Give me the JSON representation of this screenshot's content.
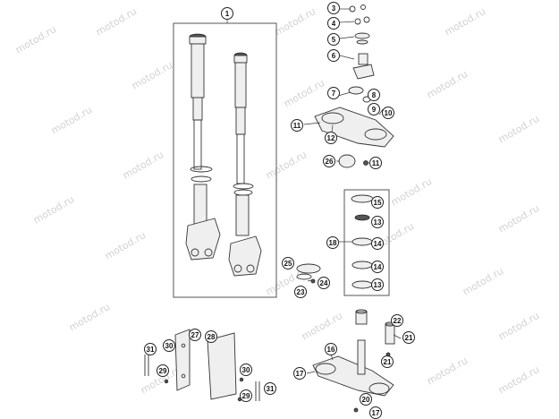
{
  "watermark": {
    "text": "motod.ru"
  },
  "colors": {
    "line": "#333333",
    "bubble_fill": "#ffffff",
    "watermark": "#d2d2d2"
  },
  "callouts": [
    {
      "id": "c1",
      "label": "1"
    },
    {
      "id": "c3",
      "label": "3"
    },
    {
      "id": "c4",
      "label": "4"
    },
    {
      "id": "c5",
      "label": "5"
    },
    {
      "id": "c6",
      "label": "6"
    },
    {
      "id": "c7",
      "label": "7"
    },
    {
      "id": "c8",
      "label": "8"
    },
    {
      "id": "c9",
      "label": "9"
    },
    {
      "id": "c10",
      "label": "10"
    },
    {
      "id": "c11a",
      "label": "11"
    },
    {
      "id": "c12",
      "label": "12"
    },
    {
      "id": "c26",
      "label": "26"
    },
    {
      "id": "c11b",
      "label": "11"
    },
    {
      "id": "c15",
      "label": "15"
    },
    {
      "id": "c13a",
      "label": "13"
    },
    {
      "id": "c18",
      "label": "18"
    },
    {
      "id": "c14a",
      "label": "14"
    },
    {
      "id": "c14b",
      "label": "14"
    },
    {
      "id": "c13b",
      "label": "13"
    },
    {
      "id": "c25",
      "label": "25"
    },
    {
      "id": "c24",
      "label": "24"
    },
    {
      "id": "c23",
      "label": "23"
    },
    {
      "id": "c27",
      "label": "27"
    },
    {
      "id": "c28",
      "label": "28"
    },
    {
      "id": "c31a",
      "label": "31"
    },
    {
      "id": "c30a",
      "label": "30"
    },
    {
      "id": "c29a",
      "label": "29"
    },
    {
      "id": "c30b",
      "label": "30"
    },
    {
      "id": "c29b",
      "label": "29"
    },
    {
      "id": "c31b",
      "label": "31"
    },
    {
      "id": "c22",
      "label": "22"
    },
    {
      "id": "c21a",
      "label": "21"
    },
    {
      "id": "c16",
      "label": "16"
    },
    {
      "id": "c21b",
      "label": "21"
    },
    {
      "id": "c17a",
      "label": "17"
    },
    {
      "id": "c20",
      "label": "20"
    },
    {
      "id": "c17b",
      "label": "17"
    }
  ]
}
